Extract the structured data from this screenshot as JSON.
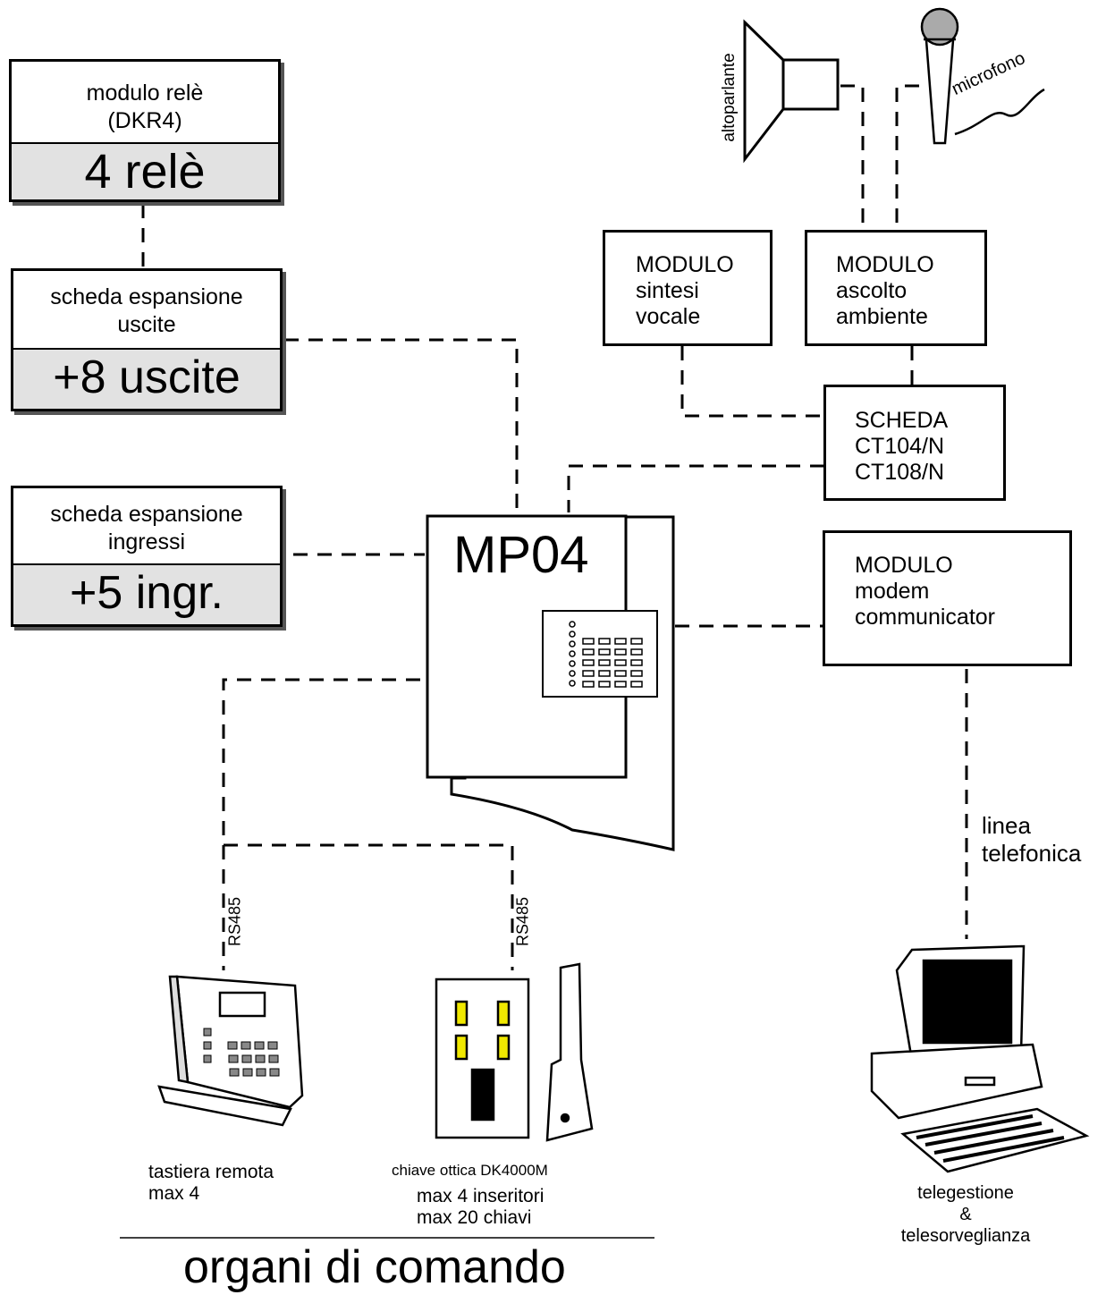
{
  "modulo_rele": {
    "title_line1": "modulo relè",
    "title_line2": "(DKR4)",
    "value": "4 relè"
  },
  "espansione_uscite": {
    "title_line1": "scheda espansione",
    "title_line2": "uscite",
    "value": "+8 uscite"
  },
  "espansione_ingressi": {
    "title_line1": "scheda espansione",
    "title_line2": "ingressi",
    "value": "+5 ingr."
  },
  "sintesi_vocale": {
    "line1": "MODULO",
    "line2": "sintesi",
    "line3": "vocale"
  },
  "ascolto_ambiente": {
    "line1": "MODULO",
    "line2": "ascolto",
    "line3": "ambiente"
  },
  "scheda_ct": {
    "line1": "SCHEDA",
    "line2": "CT104/N",
    "line3": "CT108/N"
  },
  "modem": {
    "line1": "MODULO",
    "line2": "modem",
    "line3": "communicator"
  },
  "central": {
    "title": "MP04"
  },
  "altoparlante": "altoparlante",
  "microfono": "microfono",
  "rs485_left": "RS485",
  "rs485_right": "RS485",
  "linea_telefonica": {
    "line1": "linea",
    "line2": "telefonica"
  },
  "tastiera": {
    "line1": "tastiera remota",
    "line2": "max 4"
  },
  "chiave": {
    "line1": "chiave ottica DK4000M",
    "line2": "max 4 inseritori",
    "line3": "max 20 chiavi"
  },
  "telegestione": {
    "line1": "telegestione",
    "line2": "&",
    "line3": "telesorveglianza"
  },
  "footer": "organi di comando",
  "colors": {
    "panel_grey": "#e2e2e2",
    "led_yellow": "#f0e800",
    "line": "#000000"
  }
}
